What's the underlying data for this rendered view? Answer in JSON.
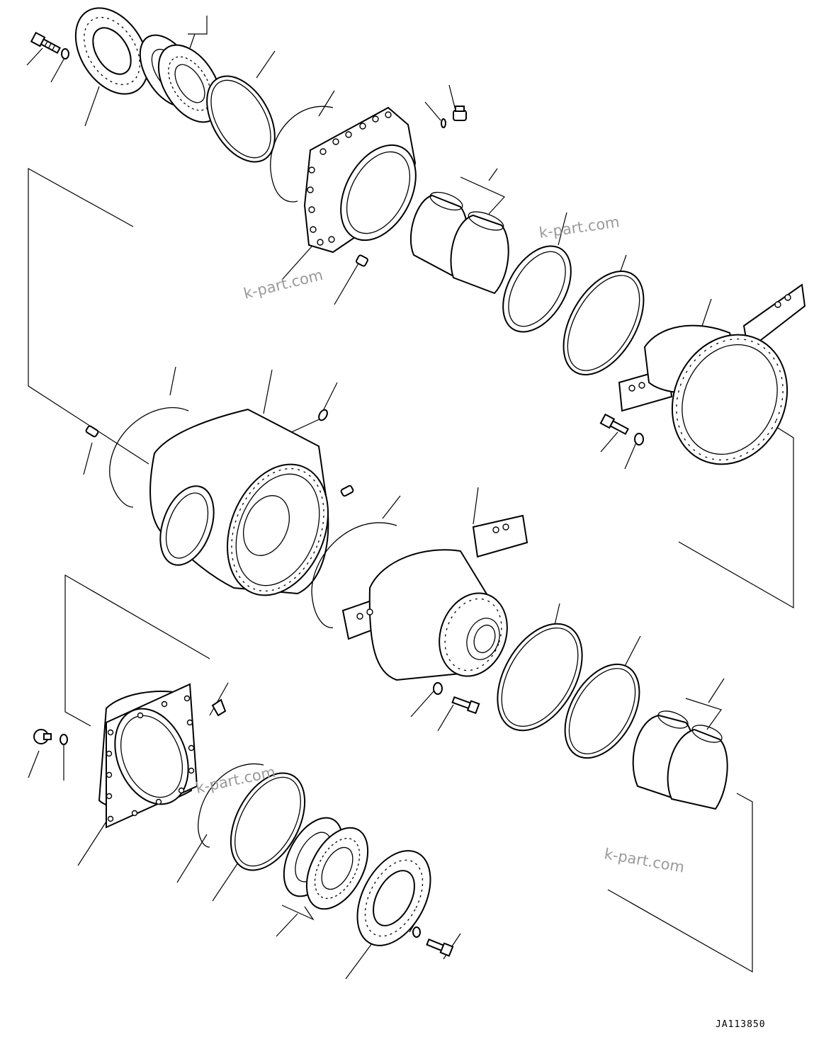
{
  "drawing": {
    "watermarks": [
      "k-part.com",
      "k-part.com",
      "k-part.com",
      "k-part.com"
    ],
    "drawing_code": "JA113850"
  }
}
